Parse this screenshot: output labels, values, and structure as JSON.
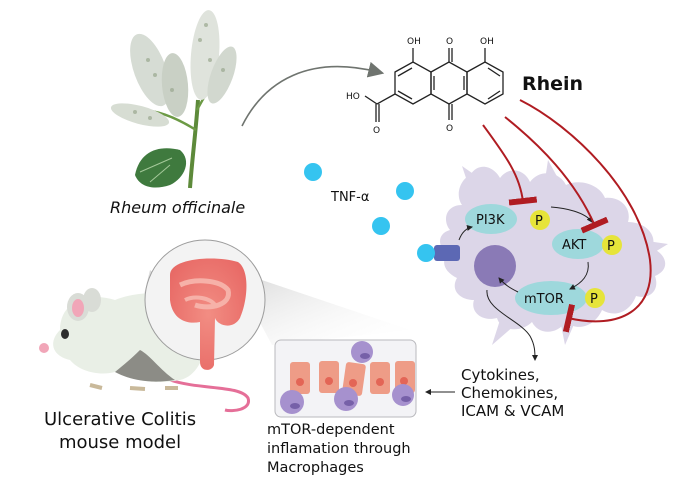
{
  "plant": {
    "name": "Rheum officinale",
    "icon": "rhubarb-plant-illustration"
  },
  "compound": {
    "name": "Rhein",
    "structure_labels": {
      "oh_left": "OH",
      "oh_right": "OH",
      "o_top": "O",
      "o_bottom": "O",
      "carboxyl_ho": "HO",
      "carboxyl_o": "O"
    }
  },
  "ligand": {
    "name": "TNF-α",
    "color": "#35c4f0"
  },
  "pathway": {
    "nodes": [
      {
        "id": "pi3k",
        "label": "PI3K",
        "phospho": "P"
      },
      {
        "id": "akt",
        "label": "AKT",
        "phospho": "P"
      },
      {
        "id": "mtor",
        "label": "mTOR",
        "phospho": "P"
      }
    ],
    "node_color": "#9ed8dc",
    "phospho_color": "#e6e43a",
    "inhibition_color": "#b01c22",
    "cell_color": "#dcd6e8",
    "nucleus_color": "#8a7ab6",
    "receptor_color": "#5c68b4"
  },
  "outputs": {
    "lines": [
      "Cytokines,",
      "Chemokines,",
      "ICAM & VCAM"
    ]
  },
  "tissue": {
    "lines": [
      "mTOR-dependent",
      "inflamation through",
      "Macrophages"
    ]
  },
  "model": {
    "lines": [
      "Ulcerative Colitis",
      "mouse model"
    ]
  }
}
